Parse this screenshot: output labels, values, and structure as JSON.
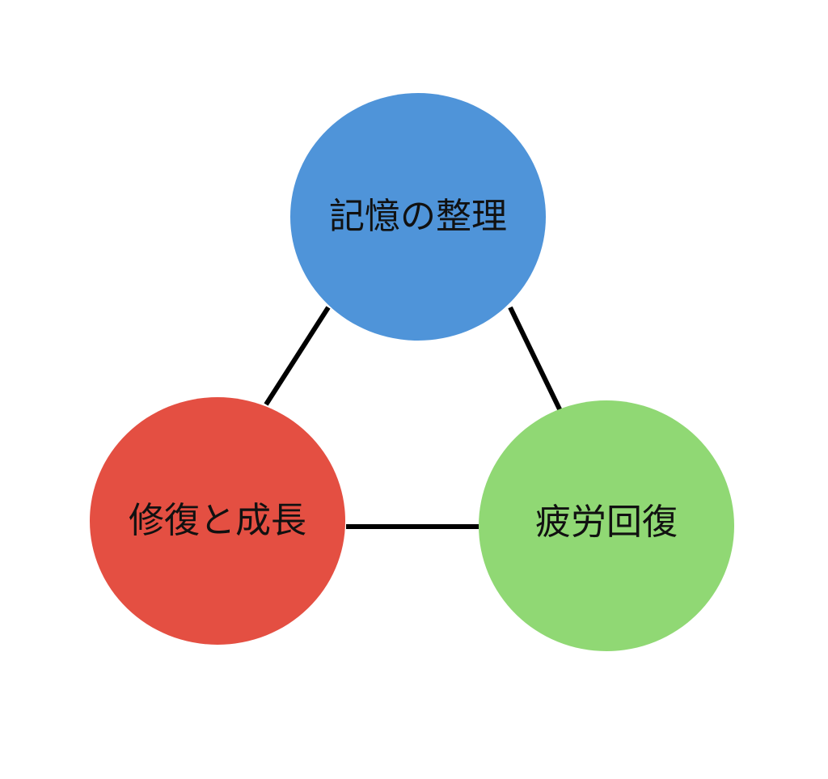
{
  "diagram": {
    "nodes": [
      {
        "id": "memory",
        "label": "記憶の整理",
        "color": "#4f94d9"
      },
      {
        "id": "repair",
        "label": "修復と成長",
        "color": "#e44f42"
      },
      {
        "id": "fatigue",
        "label": "疲労回復",
        "color": "#90d874"
      }
    ],
    "edges": [
      {
        "from": "memory",
        "to": "repair"
      },
      {
        "from": "memory",
        "to": "fatigue"
      },
      {
        "from": "repair",
        "to": "fatigue"
      }
    ],
    "edge_color": "#000000"
  }
}
